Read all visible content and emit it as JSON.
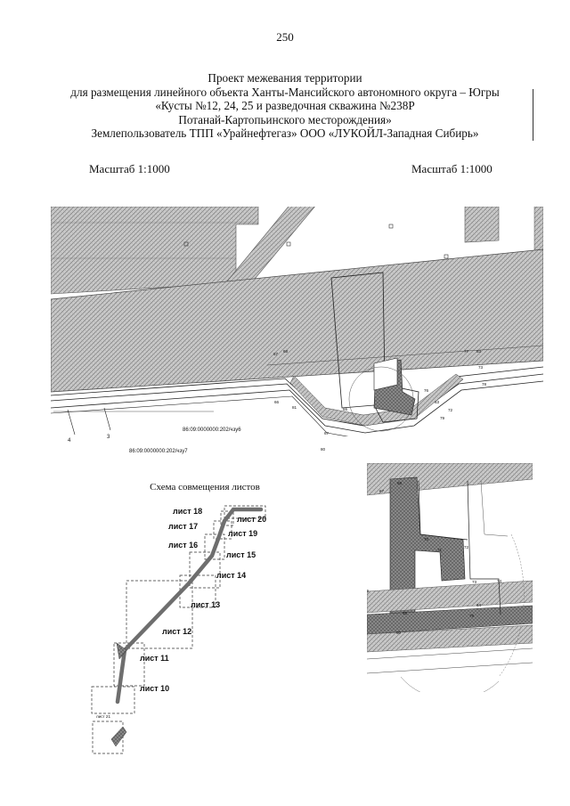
{
  "page_number": "250",
  "title_lines": [
    "Проект межевания территории",
    "для размещения линейного объекта Ханты-Мансийского автономного округа – Югры",
    "«Кусты №12, 24, 25  и разведочная скважина №238Р",
    "Потанай-Картопьинского месторождения»",
    "Землепользователь ТПП «Урайнефтегаз» ООО «ЛУКОЙЛ-Западная Сибирь»"
  ],
  "scale_left": "Масштаб 1:1000",
  "scale_right": "Масштаб 1:1000",
  "main_map": {
    "point_labels": [
      "67",
      "68",
      "77",
      "83",
      "73",
      "78",
      "66",
      "81",
      "76",
      "63",
      "72",
      "79",
      "65",
      "67",
      "80"
    ],
    "line_labels": [
      "4",
      "3"
    ],
    "parcel_labels": [
      "86:09:0000000:202/чзу6",
      "86:09:0000000:202/чзу7"
    ]
  },
  "scheme": {
    "title": "Схема совмещения листов",
    "sheets": [
      "лист 18",
      "лист 17",
      "лист 20",
      "лист 19",
      "лист 16",
      "лист 15",
      "лист 14",
      "лист 13",
      "лист 12",
      "лист 11",
      "лист 10",
      "лист 21"
    ]
  },
  "inset_map": {
    "point_labels": [
      "67",
      "68",
      "70",
      "71",
      "72",
      "73",
      "74",
      "66",
      "65",
      "64",
      "79",
      "80"
    ]
  },
  "colors": {
    "hatch": "#9a9a9a",
    "line": "#222222",
    "route": "#6e6e6e"
  }
}
